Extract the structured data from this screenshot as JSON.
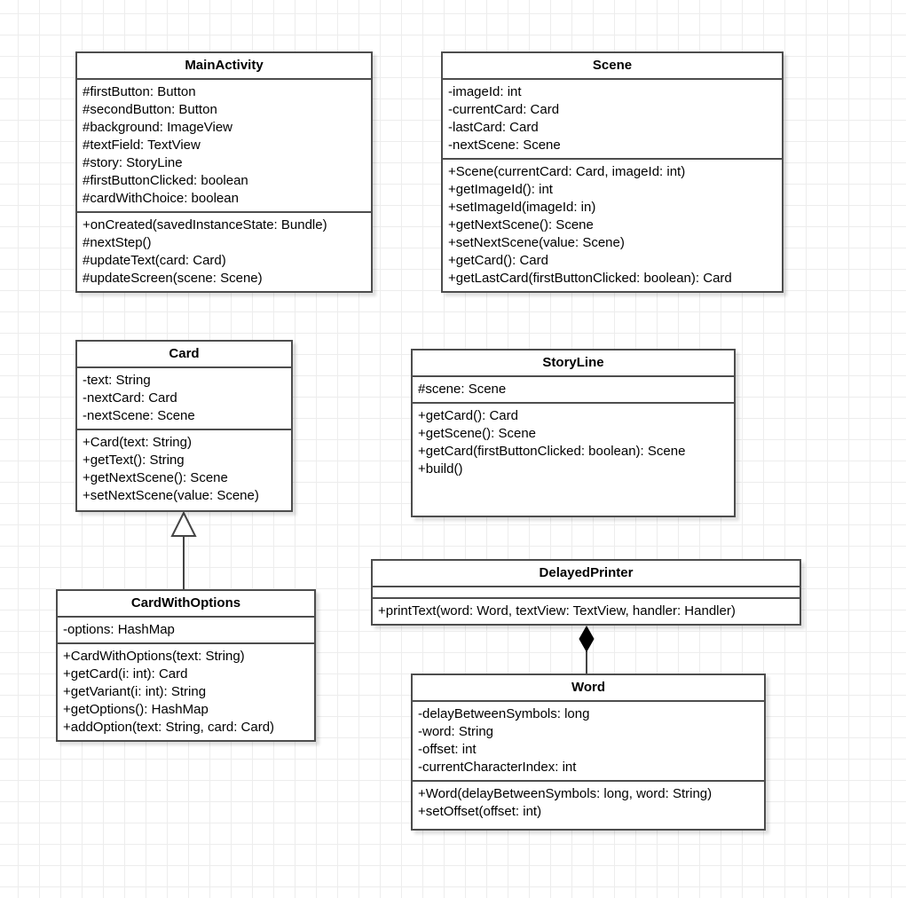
{
  "diagram": {
    "classes": [
      {
        "name": "MainActivity",
        "attributes": [
          "#firstButton: Button",
          "#secondButton: Button",
          "#background: ImageView",
          "#textField: TextView",
          "#story: StoryLine",
          "#firstButtonClicked: boolean",
          "#cardWithChoice: boolean"
        ],
        "methods": [
          "+onCreated(savedInstanceState: Bundle)",
          "#nextStep()",
          "#updateText(card: Card)",
          "#updateScreen(scene: Scene)"
        ]
      },
      {
        "name": "Scene",
        "attributes": [
          "-imageId: int",
          "-currentCard: Card",
          "-lastCard: Card",
          "-nextScene: Scene"
        ],
        "methods": [
          "+Scene(currentCard: Card, imageId: int)",
          "+getImageId(): int",
          "+setImageId(imageId: in)",
          "+getNextScene(): Scene",
          "+setNextScene(value: Scene)",
          "+getCard(): Card",
          "+getLastCard(firstButtonClicked: boolean): Card"
        ]
      },
      {
        "name": "Card",
        "attributes": [
          "-text: String",
          "-nextCard: Card",
          "-nextScene: Scene"
        ],
        "methods": [
          "+Card(text: String)",
          "+getText(): String",
          "+getNextScene(): Scene",
          "+setNextScene(value: Scene)"
        ]
      },
      {
        "name": "StoryLine",
        "attributes": [
          "#scene: Scene"
        ],
        "methods": [
          "+getCard(): Card",
          "+getScene(): Scene",
          "+getCard(firstButtonClicked: boolean): Scene",
          "+build()"
        ]
      },
      {
        "name": "CardWithOptions",
        "attributes": [
          "-options: HashMap"
        ],
        "methods": [
          "+CardWithOptions(text: String)",
          "+getCard(i: int): Card",
          "+getVariant(i: int): String",
          "+getOptions(): HashMap",
          "+addOption(text: String, card: Card)"
        ]
      },
      {
        "name": "DelayedPrinter",
        "attributes": [],
        "methods": [
          "+printText(word: Word, textView: TextView, handler: Handler)"
        ]
      },
      {
        "name": "Word",
        "attributes": [
          "-delayBetweenSymbols: long",
          "-word: String",
          "-offset: int",
          "-currentCharacterIndex: int"
        ],
        "methods": [
          "+Word(delayBetweenSymbols: long, word: String)",
          "+setOffset(offset: int)"
        ]
      }
    ],
    "relationships": [
      {
        "type": "inheritance",
        "from": "CardWithOptions",
        "to": "Card"
      },
      {
        "type": "composition",
        "from": "DelayedPrinter",
        "to": "Word"
      }
    ],
    "colors": {
      "border": "#4d4d4d",
      "background": "#ffffff",
      "grid_line": "#ededed",
      "text": "#000000",
      "diamond_fill": "#000000"
    }
  }
}
